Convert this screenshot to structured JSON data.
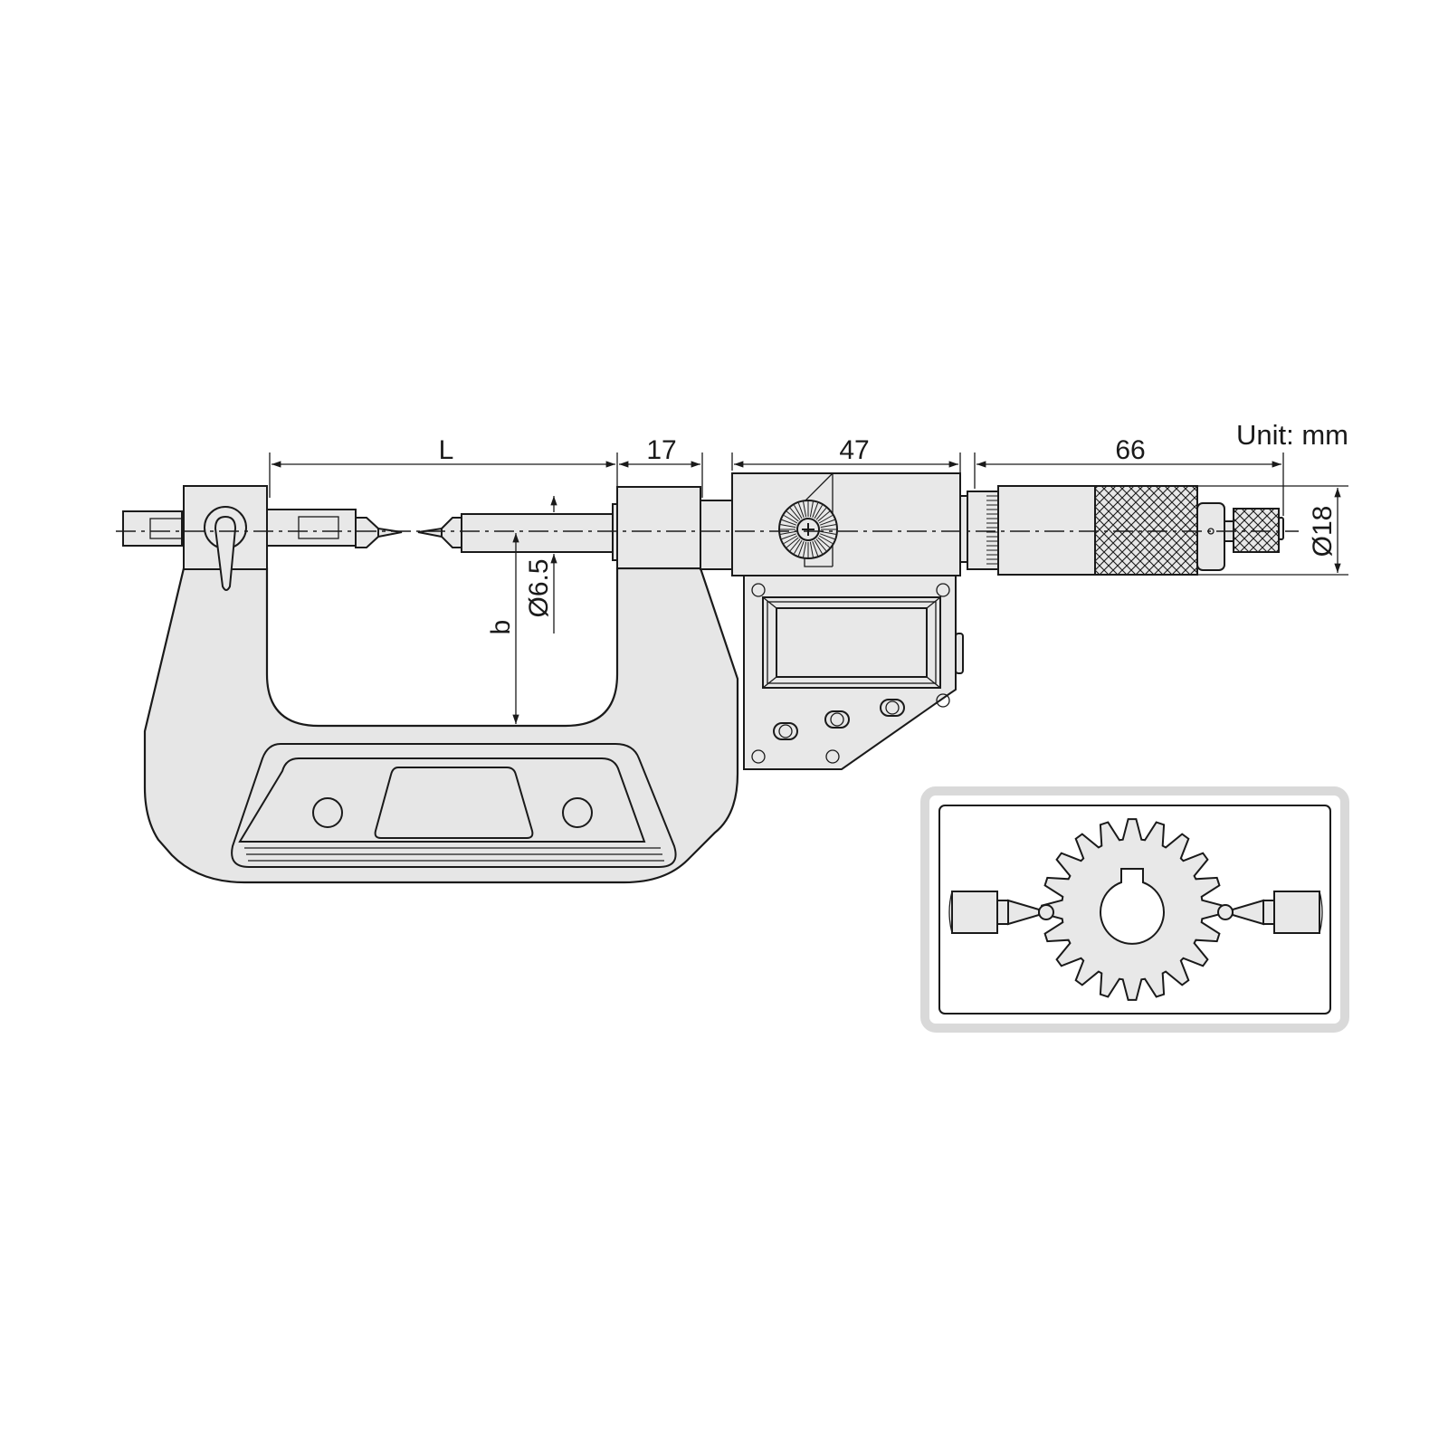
{
  "unit_label": "Unit: mm",
  "dimensions": {
    "L": "L",
    "d17": "17",
    "d47": "47",
    "d66": "66",
    "dia18": "Ø18",
    "dia65": "Ø6.5",
    "b": "b"
  },
  "inset": {
    "gear_teeth": 20
  },
  "colors": {
    "part_fill": "#e6e6e6",
    "line": "#1a1a1a",
    "inset_frame": "#d9d9d9"
  }
}
